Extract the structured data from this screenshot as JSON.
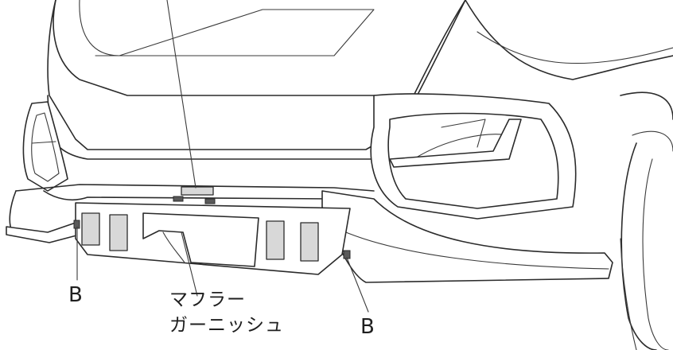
{
  "labels": {
    "b_left": "B",
    "b_right": "B",
    "muffler_line1": "マフラー",
    "muffler_line2": "ガーニッシュ"
  }
}
